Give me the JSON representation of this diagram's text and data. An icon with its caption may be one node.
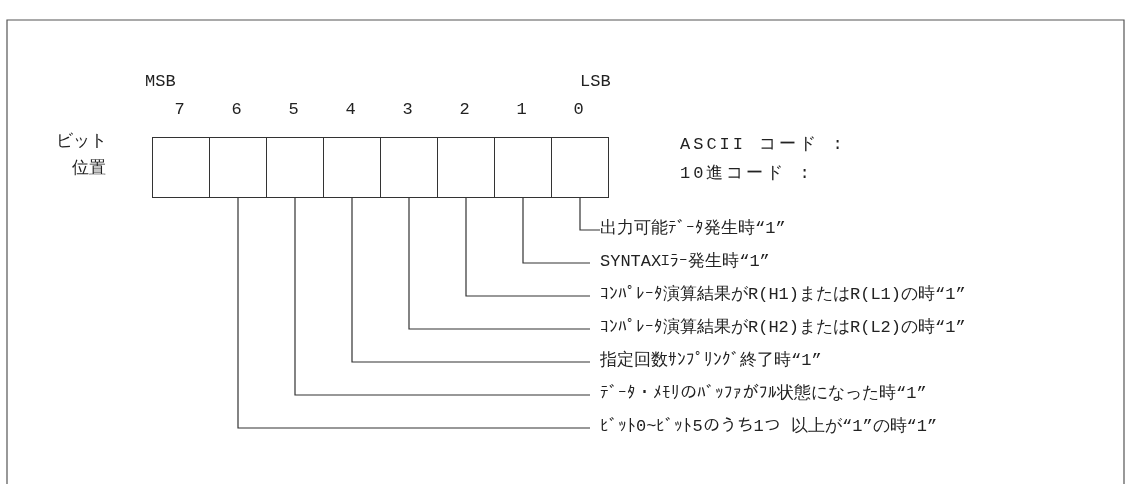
{
  "diagram": {
    "nodes": [
      {
        "text": [],
        "shape": "box"
      },
      {
        "text": [],
        "shape": "box"
      },
      {
        "text": [],
        "shape": "box"
      },
      {
        "text": [],
        "shape": "box"
      },
      {
        "text": [],
        "shape": "box"
      },
      {
        "text": [],
        "shape": "box"
      },
      {
        "text": [],
        "shape": "box"
      },
      {
        "text": [],
        "shape": "box"
      },
      {
        "text": [
          "出力可能ﾃﾞｰﾀ発生時“1”"
        ]
      },
      {
        "text": [
          "SYNTAXｴﾗｰ発生時“1”"
        ]
      },
      {
        "text": [
          "ｺﾝﾊﾟﾚｰﾀ演算結果がR(H1)またはR(L1)の時“1”"
        ]
      },
      {
        "text": [
          "ｺﾝﾊﾟﾚｰﾀ演算結果がR(H2)またはR(L2)の時“1”"
        ]
      },
      {
        "text": [
          "指定回数ｻﾝﾌﾟﾘﾝｸﾞ終了時“1”"
        ]
      },
      {
        "text": [
          "ﾃﾞｰﾀ・ﾒﾓﾘのﾊﾞｯﾌｧがﾌﾙ状態になった時“1”"
        ]
      },
      {
        "text": [
          "ﾋﾞｯﾄ0~ﾋﾞｯﾄ5のうち1つ 以上が“1”の時“1”"
        ]
      }
    ],
    "edges": [
      {
        "from": 7,
        "to": 8,
        "arrow": "none"
      },
      {
        "from": 6,
        "to": 9,
        "arrow": "none"
      },
      {
        "from": 5,
        "to": 10,
        "arrow": "none"
      },
      {
        "from": 4,
        "to": 11,
        "arrow": "none"
      },
      {
        "from": 3,
        "to": 12,
        "arrow": "none"
      },
      {
        "from": 2,
        "to": 13,
        "arrow": "none"
      },
      {
        "from": 1,
        "to": 14,
        "arrow": "none"
      }
    ],
    "labels": [
      "MSB",
      "LSB",
      "7",
      "6",
      "5",
      "4",
      "3",
      "2",
      "1",
      "0",
      "ビット",
      "位置",
      "ASCII コード :",
      "10進コード :"
    ]
  }
}
